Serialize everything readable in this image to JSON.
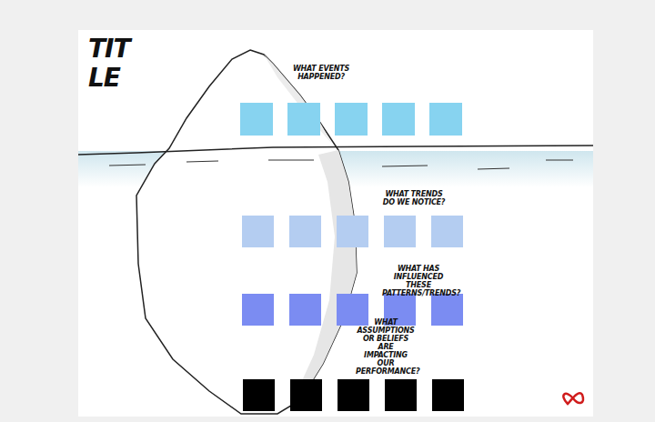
{
  "diagram": {
    "title": "TITLE",
    "labels": [
      "WHAT EVENTS HAPPENED?",
      "WHAT TRENDS DO WE NOTICE?",
      "WHAT HAS INFLUENCED THESE PATTERNS/TRENDS?",
      "WHAT ASSUMPTIONS OR BELIEFS ARE IMPACTING OUR PERFORMANCE?"
    ]
  }
}
